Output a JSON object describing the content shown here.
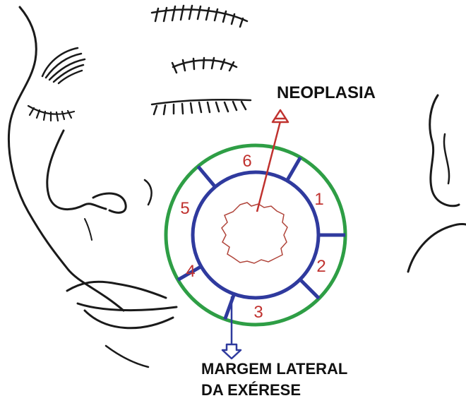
{
  "labels": {
    "neoplasia": "NEOPLASIA",
    "margin_line1": "MARGEM LATERAL",
    "margin_line2": "DA EXÉRESE"
  },
  "segments": [
    "1",
    "2",
    "3",
    "4",
    "5",
    "6"
  ],
  "colors": {
    "outer_ring": "#2e9e45",
    "inner_ring": "#2f3a9e",
    "tumor_outline": "#b0443a",
    "neoplasia_arrow": "#c0322f",
    "margin_arrow": "#2f3a9e",
    "numbers": "#c0322f",
    "sketch": "#1a1a1a"
  }
}
